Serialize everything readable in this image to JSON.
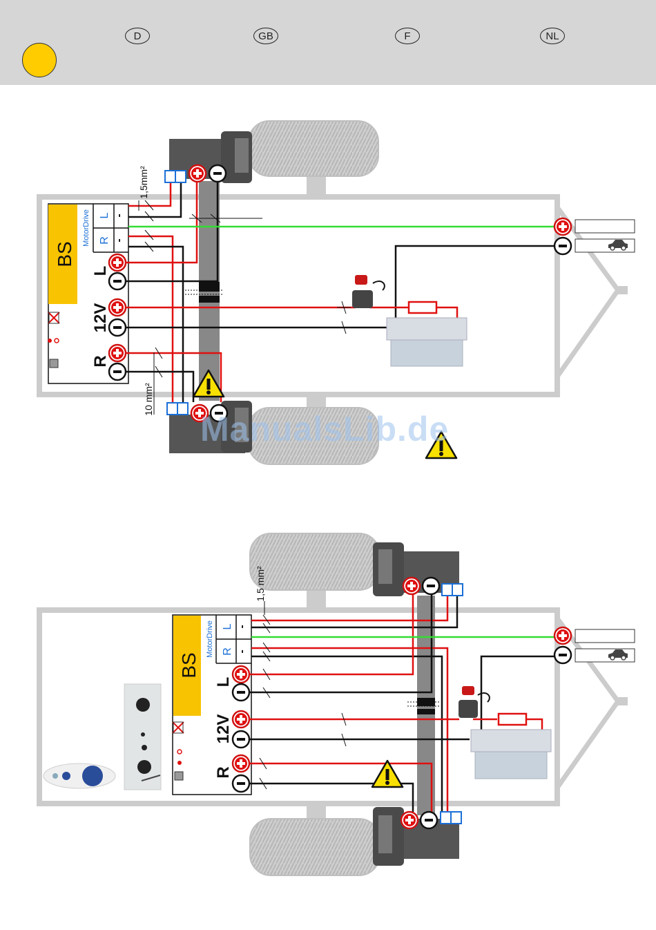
{
  "header": {
    "languages": [
      "D",
      "GB",
      "F",
      "NL"
    ],
    "marker_color": "#ffcc00"
  },
  "diagram1": {
    "unit_label": "BS",
    "brand_label": "MotorDrive",
    "motor_left": "L",
    "motor_right": "R",
    "side_left": "L",
    "side_right": "R",
    "voltage": "12V",
    "wire_thin": "1,5mm²",
    "wire_thick": "10 mm²",
    "plus_symbol": "+",
    "minus_symbol": "-"
  },
  "diagram2": {
    "unit_label": "BS",
    "brand_label": "MotorDrive",
    "motor_left": "L",
    "motor_right": "R",
    "side_left": "L",
    "side_right": "R",
    "voltage": "12V",
    "wire_thin": "1,5 mm²",
    "plus_symbol": "+",
    "minus_symbol": "-"
  },
  "watermark": "ManualsLib.de",
  "icons": [
    "car-icon",
    "warning-icon",
    "battery-icon",
    "fuse-icon",
    "battery-switch-icon",
    "remote-control-icon",
    "control-panel-icon",
    "led-icon"
  ],
  "colors": {
    "positive_wire": "#e01010",
    "negative_wire": "#111111",
    "signal_wire": "#33dd33",
    "connector_blue": "#1a6fd6",
    "unit_yellow": "#f8c300",
    "frame_grey": "#cccccc"
  }
}
